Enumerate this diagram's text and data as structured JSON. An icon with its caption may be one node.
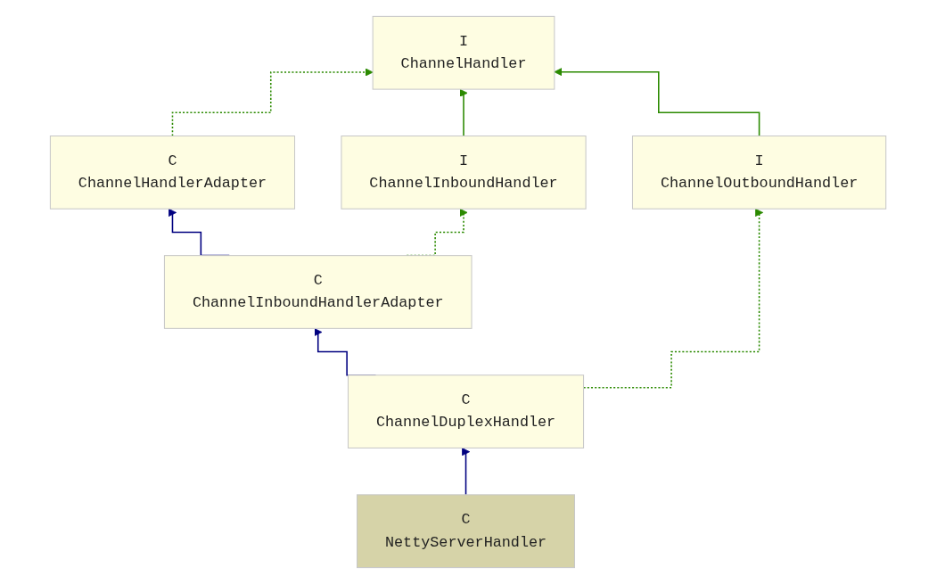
{
  "diagram": {
    "nodes": [
      {
        "text": [
          "I",
          "ChannelHandler"
        ]
      },
      {
        "text": [
          "C",
          "ChannelHandlerAdapter"
        ]
      },
      {
        "text": [
          "I",
          "ChannelInboundHandler"
        ]
      },
      {
        "text": [
          "I",
          "ChannelOutboundHandler"
        ]
      },
      {
        "text": [
          "C",
          "ChannelInboundHandlerAdapter"
        ]
      },
      {
        "text": [
          "C",
          "ChannelDuplexHandler"
        ]
      },
      {
        "text": [
          "C",
          "NettyServerHandler"
        ]
      }
    ],
    "edges": [
      {
        "from": 1,
        "to": 0,
        "arrow": "to",
        "style": "dashed"
      },
      {
        "from": 2,
        "to": 0,
        "arrow": "to"
      },
      {
        "from": 3,
        "to": 0,
        "arrow": "to"
      },
      {
        "from": 4,
        "to": 1,
        "arrow": "to",
        "color": "#000080"
      },
      {
        "from": 4,
        "to": 2,
        "arrow": "to",
        "style": "dashed"
      },
      {
        "from": 5,
        "to": 4,
        "arrow": "to",
        "color": "#000080"
      },
      {
        "from": 5,
        "to": 3,
        "arrow": "to",
        "style": "dashed"
      },
      {
        "from": 6,
        "to": 5,
        "arrow": "to",
        "color": "#000080"
      }
    ]
  }
}
